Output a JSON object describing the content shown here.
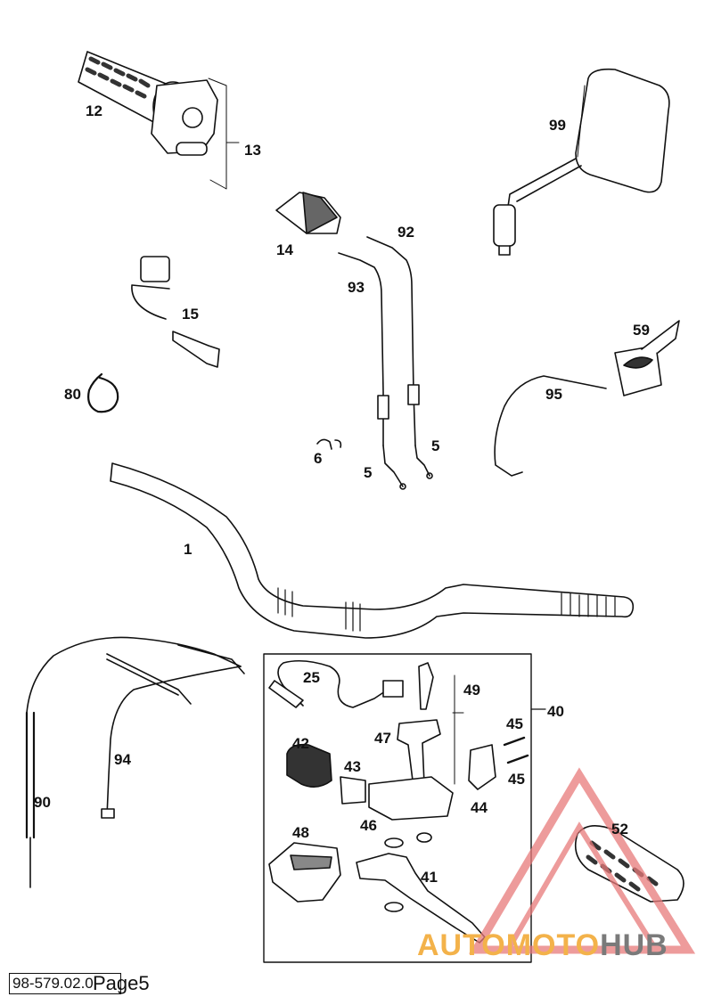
{
  "diagram": {
    "part_labels": {
      "p12": "12",
      "p13": "13",
      "p99": "99",
      "p14": "14",
      "p92": "92",
      "p93": "93",
      "p15": "15",
      "p59": "59",
      "p80": "80",
      "p95": "95",
      "p5a": "5",
      "p5b": "5",
      "p6": "6",
      "p1": "1",
      "p25": "25",
      "p49": "49",
      "p40": "40",
      "p47": "47",
      "p45a": "45",
      "p42": "42",
      "p43": "43",
      "p45b": "45",
      "p94": "94",
      "p90": "90",
      "p44": "44",
      "p46": "46",
      "p48": "48",
      "p52": "52",
      "p41": "41"
    }
  },
  "footer": {
    "code": "98-579.02.0",
    "page": "Page5"
  },
  "watermark": {
    "part1": "AUTOMOTO",
    "part2": "HUB",
    "color_primary": "#f3b24a",
    "color_secondary": "#7a7a7a",
    "triangle_color": "#e87a7a"
  }
}
